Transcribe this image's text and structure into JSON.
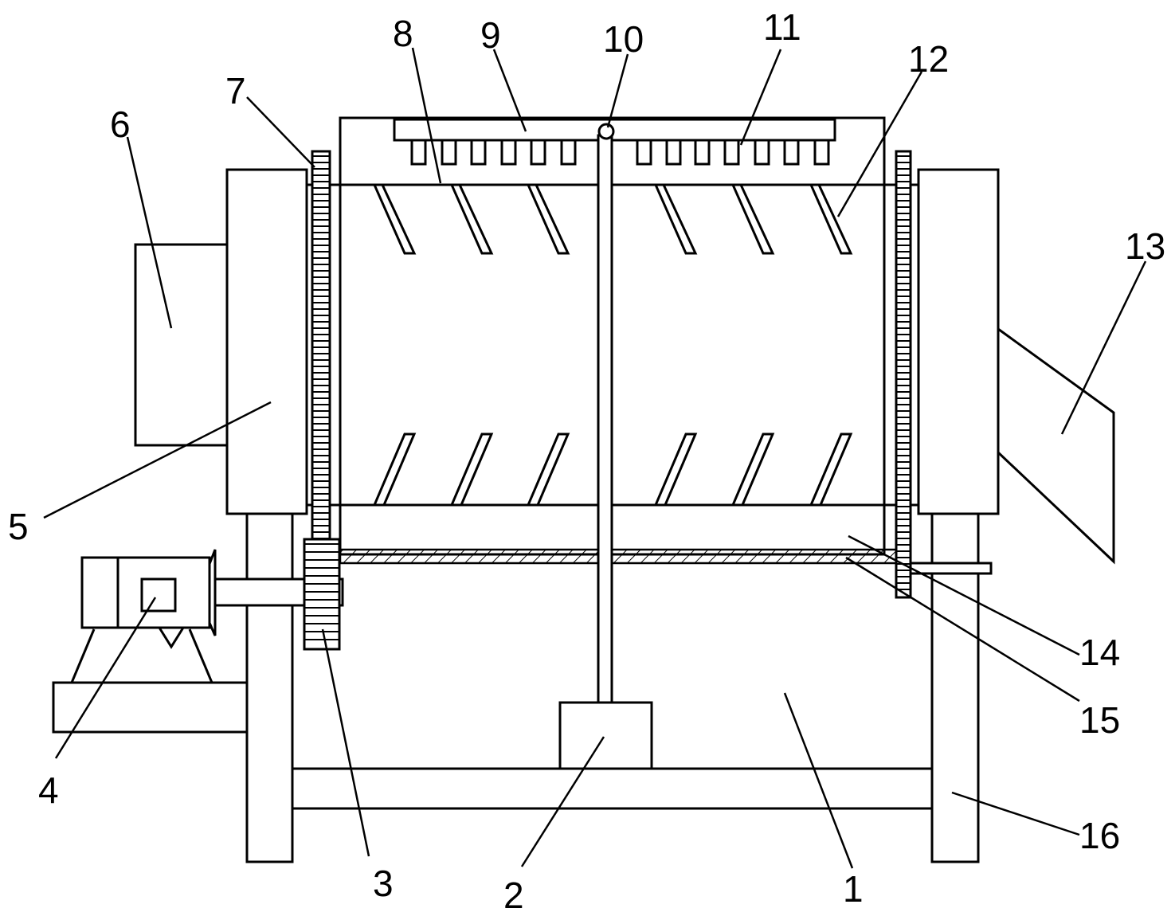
{
  "figure": {
    "colors": {
      "stroke": "#000000",
      "background": "#ffffff"
    },
    "labels": {
      "l1": "1",
      "l2": "2",
      "l3": "3",
      "l4": "4",
      "l5": "5",
      "l6": "6",
      "l7": "7",
      "l8": "8",
      "l9": "9",
      "l10": "10",
      "l11": "11",
      "l12": "12",
      "l13": "13",
      "l14": "14",
      "l15": "15",
      "l16": "16"
    }
  }
}
